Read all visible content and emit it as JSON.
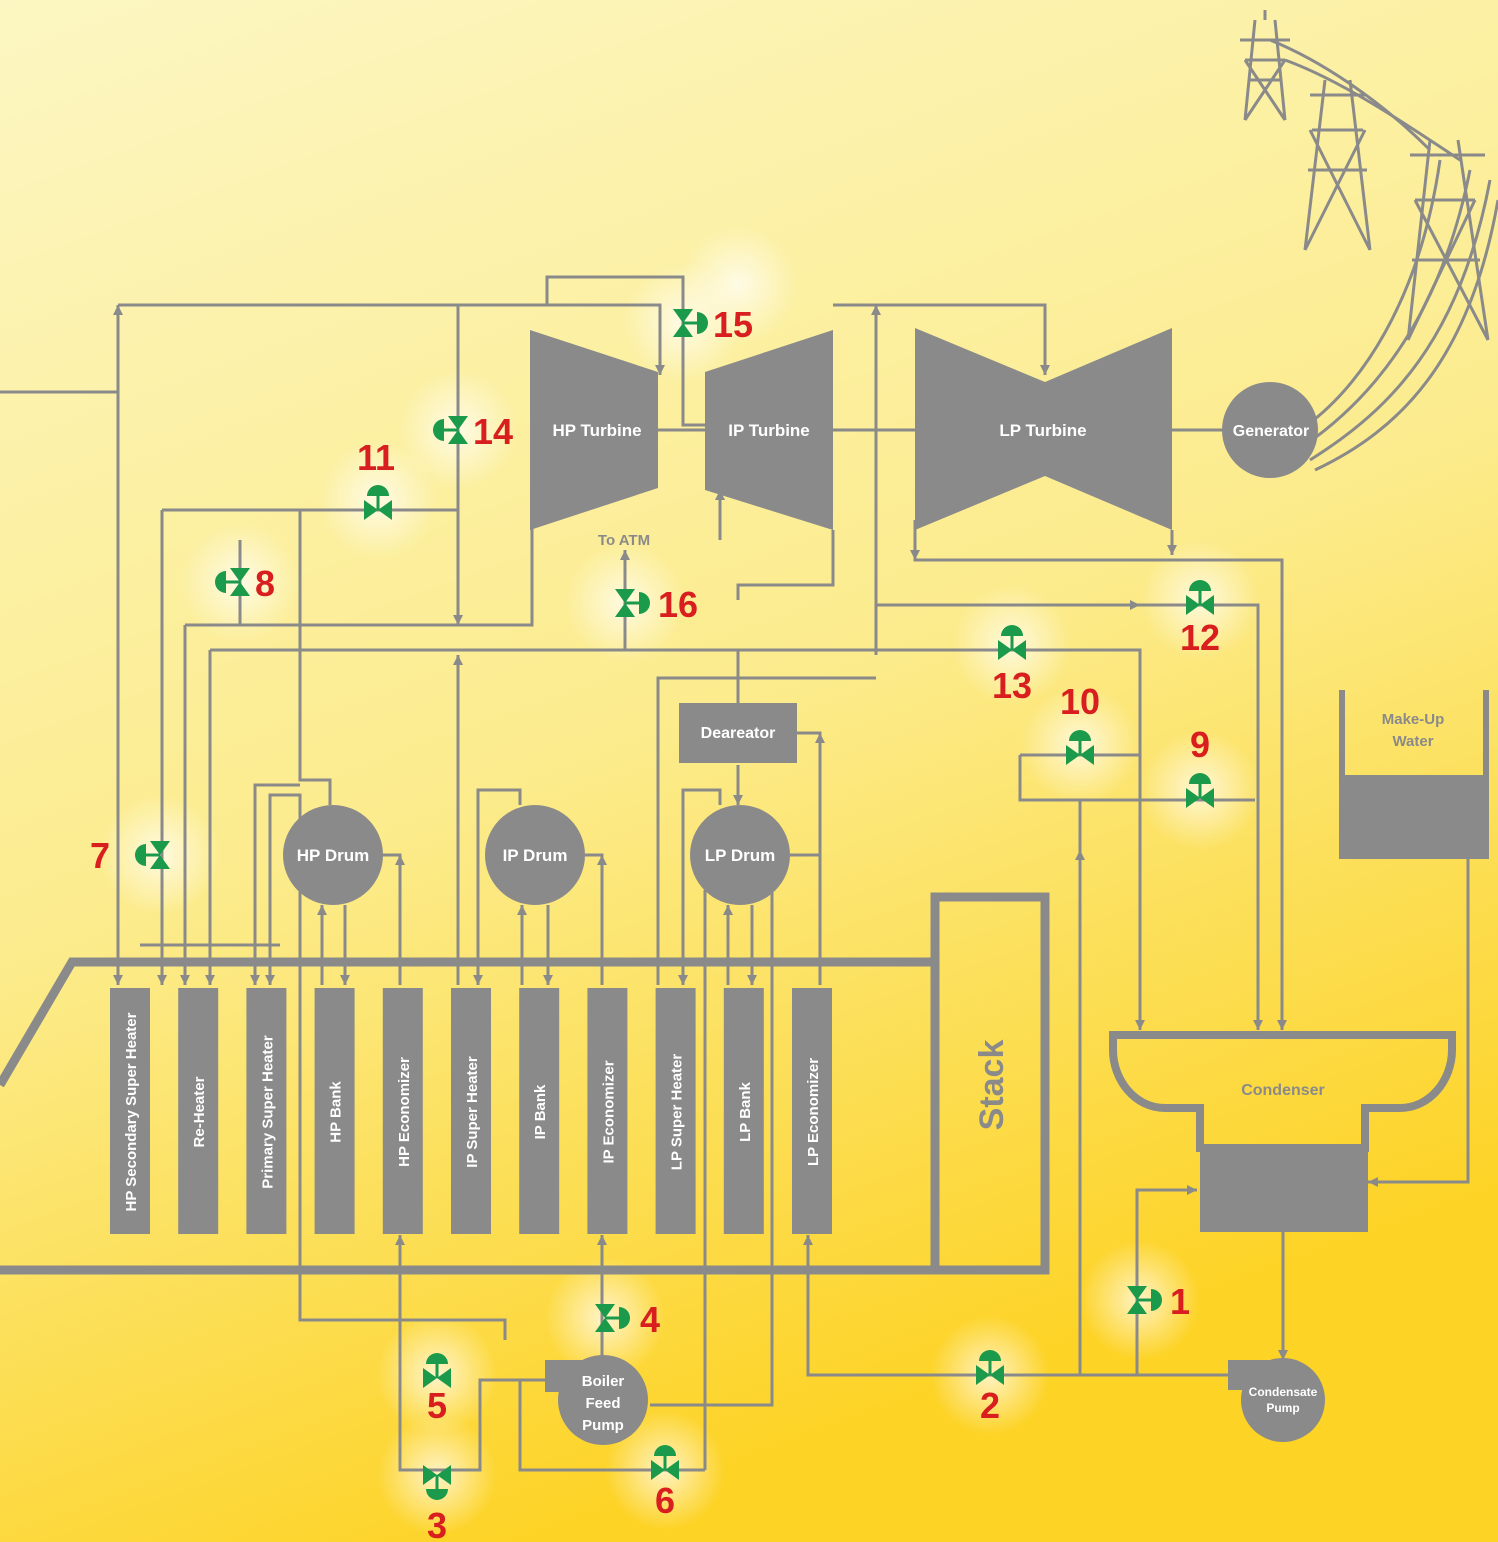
{
  "equipment": {
    "hp_turbine": "HP Turbine",
    "ip_turbine": "IP Turbine",
    "lp_turbine": "LP Turbine",
    "generator": "Generator",
    "deareator": "Deareator",
    "hp_drum": "HP Drum",
    "ip_drum": "IP Drum",
    "lp_drum": "LP Drum",
    "stack": "Stack",
    "condenser": "Condenser",
    "condensate_pump_l1": "Condensate",
    "condensate_pump_l2": "Pump",
    "boiler_feed_pump_l1": "Boiler",
    "boiler_feed_pump_l2": "Feed",
    "boiler_feed_pump_l3": "Pump",
    "makeup_water_l1": "Make-Up",
    "makeup_water_l2": "Water",
    "to_atm": "To ATM"
  },
  "hrsg_sections": [
    "HP Secondary Super Heater",
    "Re-Heater",
    "Primary Super Heater",
    "HP Bank",
    "HP Economizer",
    "IP Super Heater",
    "IP Bank",
    "IP Economizer",
    "LP Super Heater",
    "LP Bank",
    "LP Economizer"
  ],
  "valves": [
    "1",
    "2",
    "3",
    "4",
    "5",
    "6",
    "7",
    "8",
    "9",
    "10",
    "11",
    "12",
    "13",
    "14",
    "15",
    "16"
  ],
  "colors": {
    "background_top": "#fbf4b8",
    "background_bottom": "#fcd21a",
    "equipment": "#8a8a8a",
    "valve": "#1a9a4a",
    "valve_number": "#d81e1e"
  }
}
